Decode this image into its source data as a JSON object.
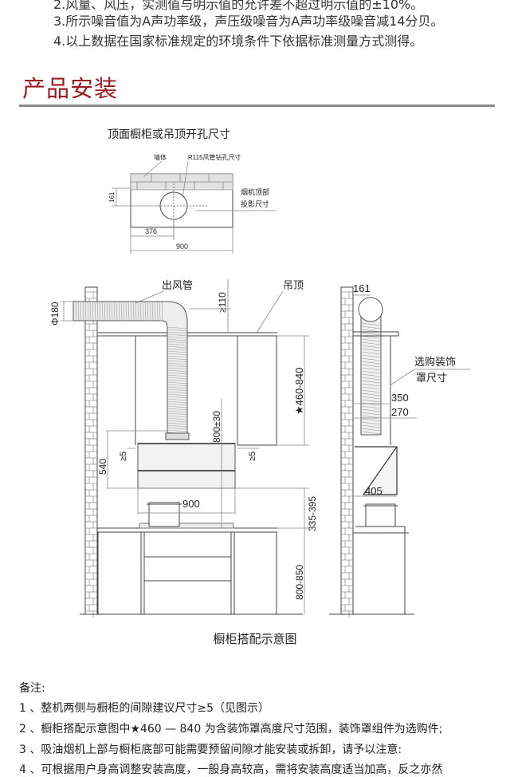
{
  "specs": {
    "line2": "2.风量、风压，实测值与明示值的允许差不超过明示值的±10%。",
    "line3": "3.所示噪音值为A声功率级，声压级噪音为A声功率级噪音减14分贝。",
    "line4": "4.以上数据在国家标准规定的环境条件下依据标准测量方式测得。"
  },
  "section_title": "产品安装",
  "top_view": {
    "title": "顶面橱柜或吊顶开孔尺寸",
    "wall": "墙体",
    "hole": "R115风管钻孔尺寸",
    "proj1": "烟机顶部",
    "proj2": "投影尺寸",
    "dim_161": "161",
    "dim_376": "376",
    "dim_900": "900"
  },
  "front_view": {
    "duct": "出风管",
    "ceiling": "吊顶",
    "phi180": "Φ180",
    "ge110": "≥110",
    "range_460_840": "★460-840",
    "d800_30": "800±30",
    "ge5_left": "≥5",
    "ge5_right": "≥5",
    "d540": "540",
    "d900": "900",
    "d335_395": "335-395",
    "d800_850": "800-850"
  },
  "side_view": {
    "d161": "161",
    "cover1": "选购装饰",
    "cover2": "罩尺寸",
    "d350": "350",
    "d270": "270",
    "d405": "405"
  },
  "caption": "橱柜搭配示意图",
  "notes": {
    "heading": "备注:",
    "items": [
      "1 、整机两侧与橱柜的间隙建议尺寸≥5（见图示）",
      "2 、橱柜搭配示意图中★460 — 840 为含装饰罩高度尺寸范围，装饰罩组件为选购件;",
      "3 、吸油烟机上部与橱柜底部可能需要预留间隙才能安装或拆卸，请予以注意:",
      "4 、可根据用户身高调整安装高度，一般身高较高，需将安装高度适当加高，反之亦然"
    ]
  }
}
